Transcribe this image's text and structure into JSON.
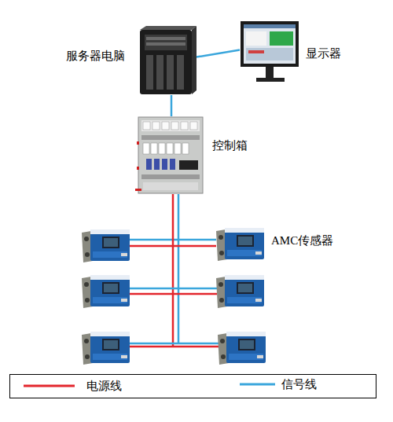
{
  "diagram": {
    "nodes": [
      {
        "text": [
          "服务器电脑"
        ]
      },
      {
        "text": [
          "显示器"
        ]
      },
      {
        "text": [
          "控制箱"
        ]
      },
      {
        "text": [
          "AMC传感器"
        ]
      }
    ],
    "edges": [
      {
        "from": 0,
        "to": 1,
        "arrow": "none"
      },
      {
        "from": 0,
        "to": 2,
        "arrow": "none"
      },
      {
        "from": 2,
        "to": 3,
        "arrow": "none"
      },
      {
        "from": 2,
        "to": 3,
        "arrow": "none"
      }
    ],
    "legend": [
      {
        "text": "电源线"
      },
      {
        "text": "信号线"
      }
    ]
  }
}
